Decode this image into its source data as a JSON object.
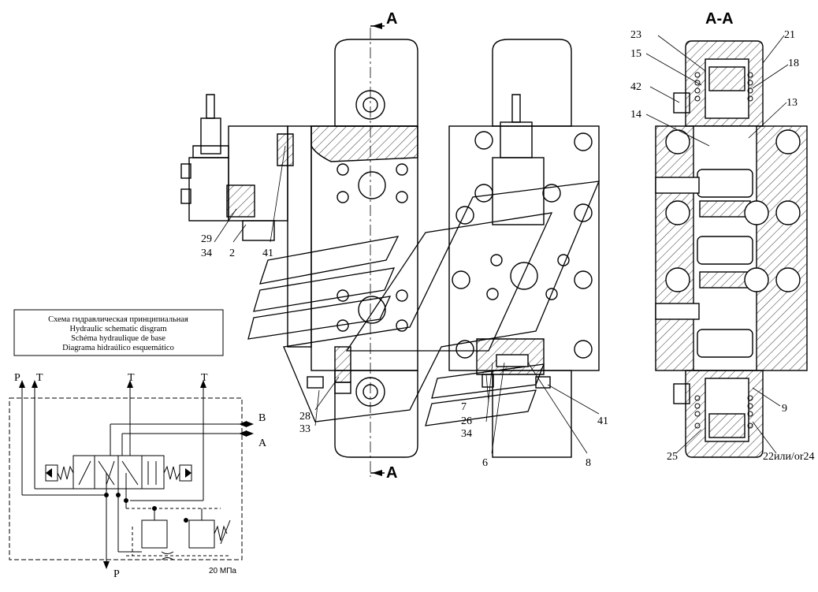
{
  "section_markers": {
    "top": "A",
    "bottom": "A"
  },
  "section_title": "A-A",
  "legend_box": [
    "Схема гидравлическая принципиальная",
    "Hydraulic schematic disgram",
    "Schéma hydraulique de base",
    "Diagrama hidraúlico esquemático"
  ],
  "left_view_labels": {
    "l29": "29",
    "l34": "34",
    "l2": "2",
    "l41": "41",
    "l28": "28",
    "l33": "33"
  },
  "middle_view_labels": {
    "l7": "7",
    "l26": "26",
    "l34": "34",
    "l6": "6",
    "l8": "8",
    "l41": "41"
  },
  "section_labels": {
    "l23": "23",
    "l21": "21",
    "l15": "15",
    "l18": "18",
    "l42": "42",
    "l14": "14",
    "l13": "13",
    "l9": "9",
    "l25": "25",
    "l22": "22или/or24"
  },
  "schematic": {
    "ports_top": [
      "P",
      "T",
      "T",
      "T"
    ],
    "port_b": "B",
    "port_a": "A",
    "port_p_bottom": "P",
    "pressure": "20 МПа"
  }
}
